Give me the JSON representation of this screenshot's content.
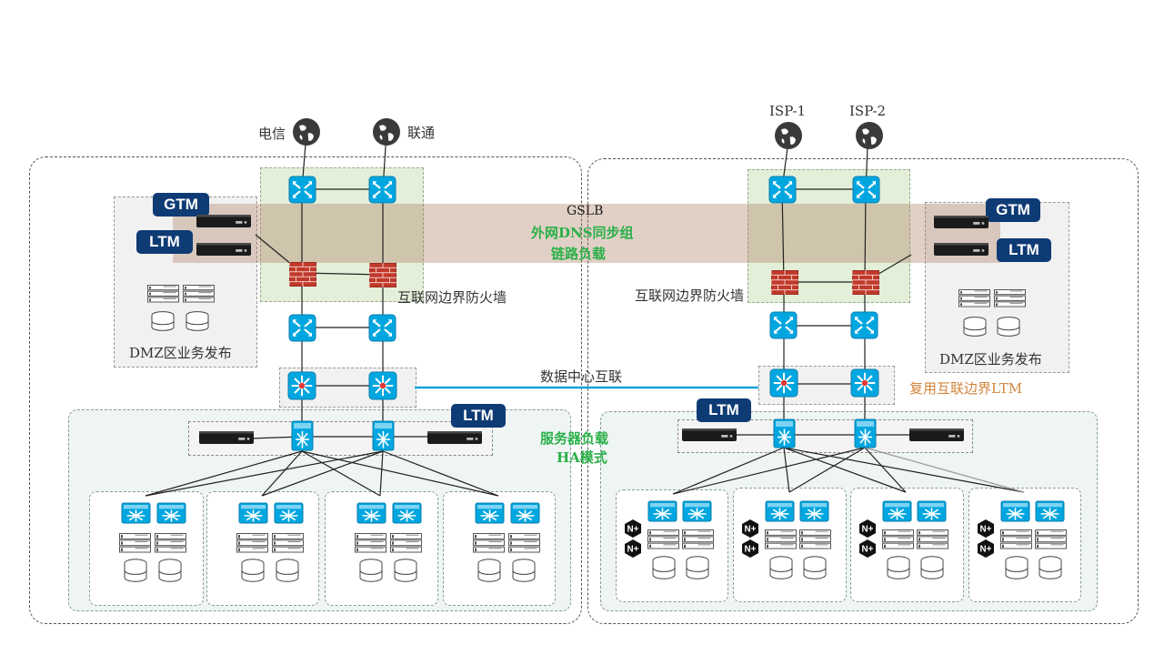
{
  "labels": {
    "isp_left_1": "电信",
    "isp_left_2": "联通",
    "isp_right_1": "ISP-1",
    "isp_right_2": "ISP-2",
    "gslb_title": "GSLB",
    "gslb_sub1": "外网DNS同步组",
    "gslb_sub2": "链路负载",
    "firewall_left": "互联网边界防火墙",
    "firewall_right": "互联网边界防火墙",
    "dmz_left": "DMZ区业务发布",
    "dmz_right": "DMZ区业务发布",
    "dc_interconnect": "数据中心互联",
    "reuse_ltm": "复用互联边界LTM",
    "server_lb_1": "服务器负载",
    "server_lb_2": "HA模式"
  },
  "badges": {
    "gtm_left": "GTM",
    "ltm_left": "LTM",
    "gtm_right": "GTM",
    "ltm_right": "LTM",
    "ltm_server_left": "LTM",
    "ltm_server_right": "LTM"
  },
  "icons": {
    "globe": "globe-icon",
    "switch": "router-switch-icon",
    "firewall": "firewall-icon",
    "core": "core-switch-icon",
    "lb": "load-balancer-icon",
    "appliance": "appliance-icon",
    "server": "rack-server-icon",
    "storage": "storage-icon",
    "nginx": "nginx-icon"
  },
  "nginx_glyph": "N+",
  "colors": {
    "switch": "#00a6e0",
    "firewall": "#c0392b",
    "badge": "#0e3b74",
    "interconnect": "#1aa0dc",
    "green_text": "#2bb04a",
    "orange_text": "#d2853c"
  }
}
